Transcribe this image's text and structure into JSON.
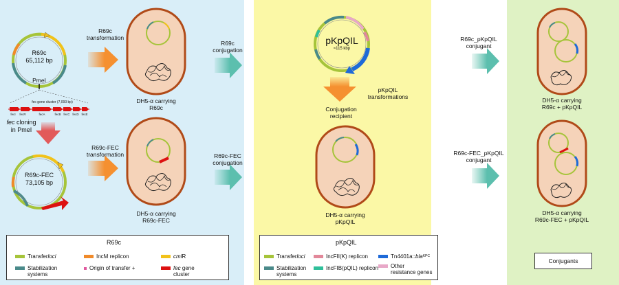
{
  "panel1": {
    "plasmid_name": "R69c",
    "plasmid_size": "65,112 bp",
    "site_label": "PmeI",
    "cluster_label": "fec gene cluster (7,093 bp)",
    "gene_labels": [
      "fecI",
      "fecR",
      "fecA",
      "fecB",
      "fecC",
      "fecD",
      "fecE"
    ],
    "cloning_label_line1_italic": "fec",
    "cloning_label_line1_rest": " cloning",
    "cloning_label_line2": "in PmeI",
    "fec_plasmid_name": "R69c-FEC",
    "fec_plasmid_size": "73,105 bp",
    "transformation_top": [
      "R69c",
      "transformation"
    ],
    "transformation_bottom": [
      "R69c-FEC",
      "transformation"
    ],
    "cell_top_caption": [
      "DH5-α carrying",
      "R69c"
    ],
    "cell_bottom_caption": [
      "DH5-α carrying",
      "R69c-FEC"
    ]
  },
  "conjugation1": {
    "top": [
      "R69c",
      "conjugation"
    ],
    "bottom": [
      "R69c-FEC",
      "conjugation"
    ]
  },
  "panel2": {
    "plasmid_name": "pKpQIL",
    "plasmid_size": "≈115 kbp",
    "transformation_label": [
      "pKpQIL",
      "transformations"
    ],
    "recipient_label": [
      "Conjugation",
      "recipient"
    ],
    "cell_caption": [
      "DH5-α carrying",
      "pKpQIL"
    ]
  },
  "conjugation2": {
    "top": [
      "R69c_pKpQIL",
      "conjugant"
    ],
    "bottom": [
      "R69c-FEC_pKpQIL",
      "conjugant"
    ]
  },
  "panel3": {
    "cell_top_caption": [
      "DH5-α carrying",
      "R69c + pKpQIL"
    ],
    "cell_bottom_caption": [
      "DH5-α carrying",
      "R69c-FEC + pKpQIL"
    ]
  },
  "legend1": {
    "title": "R69c",
    "transfer_prefix": "Transfer ",
    "transfer_italic": "loci",
    "incm": "IncM replicon",
    "cmlr_italic": "cml",
    "cmlr_rest": "R",
    "stab": [
      "Stabilization",
      "systems"
    ],
    "origin": "Origin of transfer +",
    "fec_italic": "fec",
    "fec_rest": " gene",
    "fec_line2": "cluster"
  },
  "legend2": {
    "title": "pKpQIL",
    "transfer_prefix": "Transfer ",
    "transfer_italic": "loci",
    "incfii": "IncFII(K) replicon",
    "tn_prefix": "Tn4401a::",
    "tn_italic": "bla",
    "tn_sub": "KPC",
    "stab": [
      "Stabilization",
      "systems"
    ],
    "incfib": "IncFIB(pQIL) replicon",
    "other": [
      "Other",
      "resistance genes"
    ]
  },
  "legend3": {
    "title": "Conjugants"
  },
  "colors": {
    "panel1_bg": "#d9eef8",
    "panel2_bg": "#fbf8a6",
    "panel3_bg": "#dff2c4",
    "cell_fill": "#f5d3b9",
    "cell_stroke": "#b04a18",
    "transfer": "#a6c43a",
    "incm": "#f08a2a",
    "cmlr": "#f2c21a",
    "stab": "#4a8a8a",
    "origin": "#e05aa0",
    "fec": "#dd1111",
    "incfii": "#e2889a",
    "tn": "#1e6ad8",
    "incfib": "#2fbf9a",
    "other": "#e8a8c8",
    "orange_arrow": "#f59030",
    "teal_arrow": "#6cc6b4",
    "red_arrow": "#e25a5a"
  }
}
